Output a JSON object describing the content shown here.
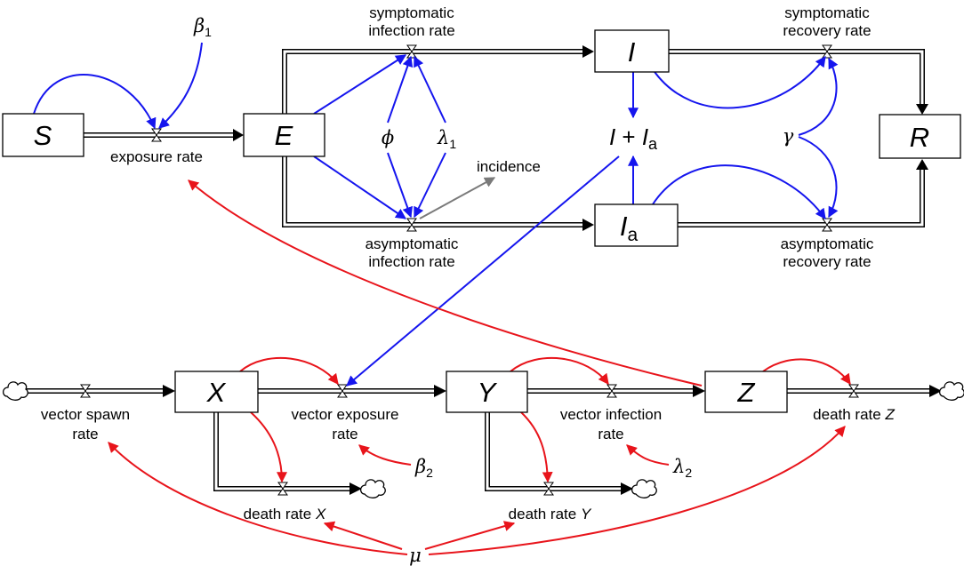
{
  "stocks": {
    "S": "S",
    "E": "E",
    "I": "I",
    "Ia_main": "I",
    "Ia_sub": "a",
    "R": "R",
    "X": "X",
    "Y": "Y",
    "Z": "Z"
  },
  "flows": {
    "exposure_rate": "exposure rate",
    "symptomatic_infection_rate": [
      "symptomatic",
      "infection rate"
    ],
    "asymptomatic_infection_rate": [
      "asymptomatic",
      "infection rate"
    ],
    "symptomatic_recovery_rate": [
      "symptomatic",
      "recovery rate"
    ],
    "asymptomatic_recovery_rate": [
      "asymptomatic",
      "recovery rate"
    ],
    "vector_spawn_rate": [
      "vector spawn",
      "rate"
    ],
    "vector_exposure_rate": [
      "vector exposure",
      "rate"
    ],
    "vector_infection_rate": [
      "vector infection",
      "rate"
    ],
    "death_rate_X": "death rate",
    "death_rate_X_var": "X",
    "death_rate_Y": "death rate",
    "death_rate_Y_var": "Y",
    "death_rate_Z": "death rate",
    "death_rate_Z_var": "Z"
  },
  "auxiliaries": {
    "incidence": "incidence",
    "I_plus_Ia": {
      "a": "I",
      "plus": " + ",
      "b": "I",
      "b_sub": "a"
    }
  },
  "parameters": {
    "beta1": {
      "symbol": "β",
      "sub": "1"
    },
    "beta2": {
      "symbol": "β",
      "sub": "2"
    },
    "phi": {
      "symbol": "ϕ"
    },
    "lambda1": {
      "symbol": "λ",
      "sub": "1"
    },
    "lambda2": {
      "symbol": "λ",
      "sub": "2"
    },
    "gamma": {
      "symbol": "γ"
    },
    "mu": {
      "symbol": "μ"
    }
  },
  "colors": {
    "host_links": "#1515ee",
    "vector_links": "#e8141b",
    "incidence_link": "#7a7a7a",
    "pipes": "#000000"
  }
}
